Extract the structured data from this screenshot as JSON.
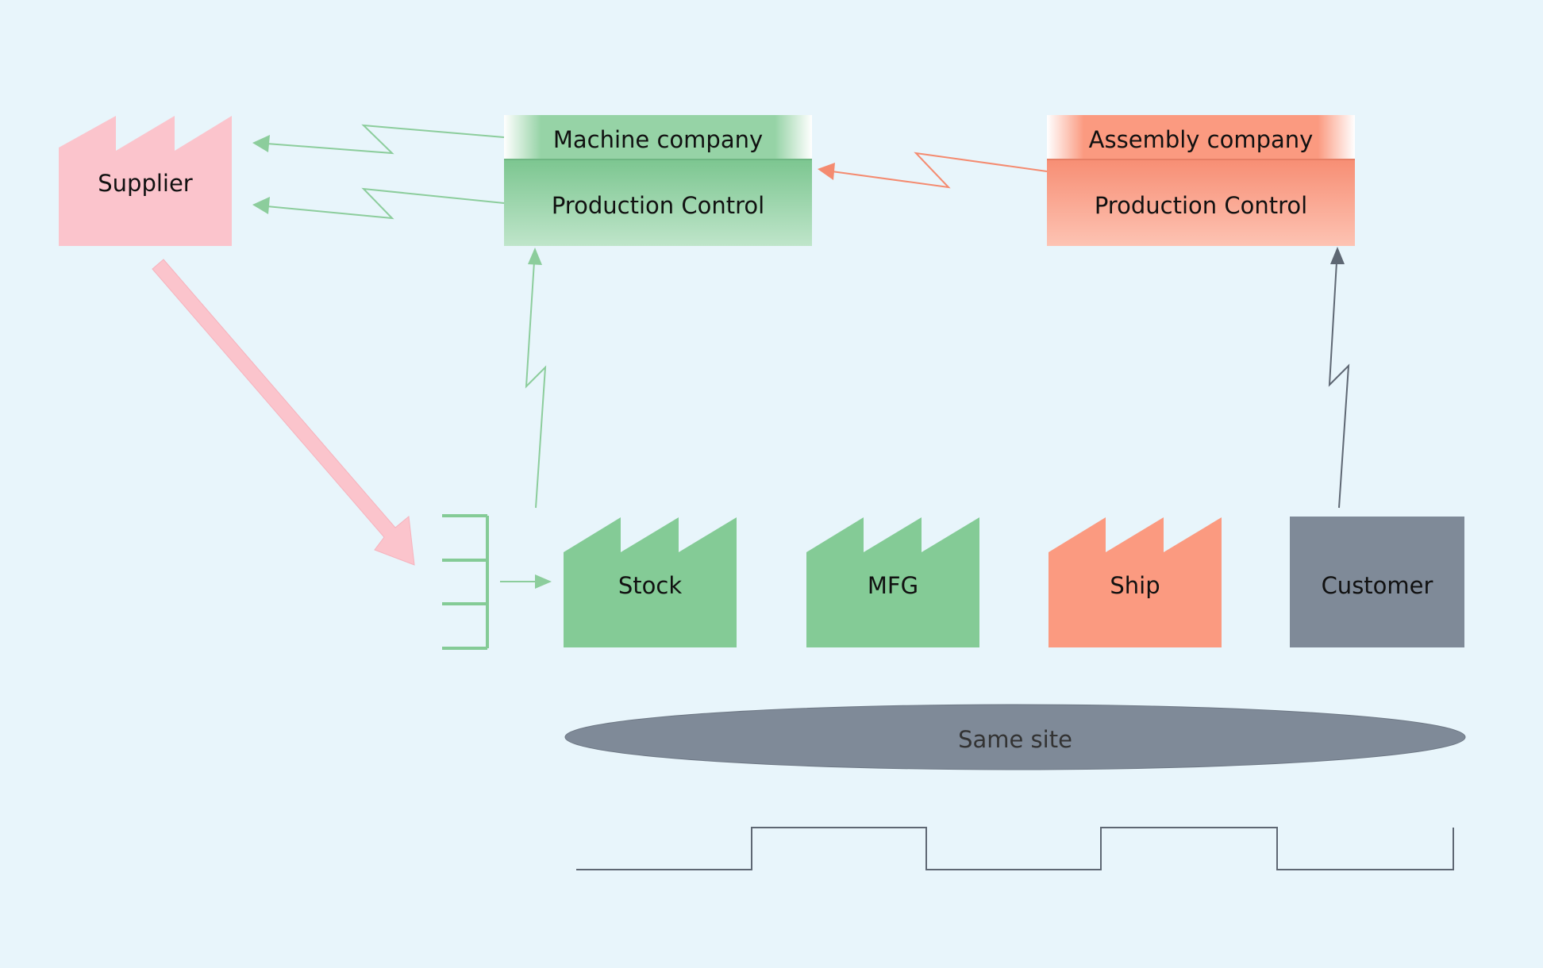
{
  "nodes": {
    "supplier": "Supplier",
    "machine_company": "Machine company",
    "machine_production_control": "Production Control",
    "assembly_company": "Assembly company",
    "assembly_production_control": "Production Control",
    "stock": "Stock",
    "mfg": "MFG",
    "ship": "Ship",
    "customer": "Customer",
    "same_site": "Same site"
  },
  "colors": {
    "background": "#e8f5fb",
    "supplier_pink": "#fbc4cc",
    "green": "#84cb96",
    "salmon": "#fb9a80",
    "slate": "#7f8a98",
    "green_line": "#8ccd9c",
    "salmon_line": "#f48b70",
    "slate_line": "#5e6773"
  }
}
